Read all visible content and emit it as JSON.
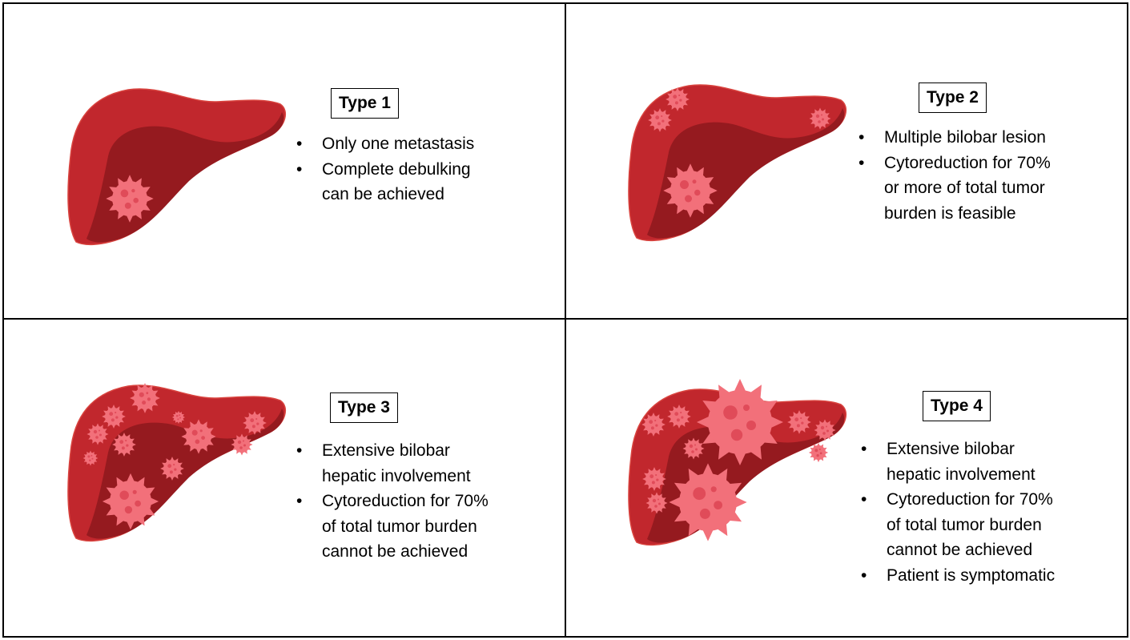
{
  "colors": {
    "liver_outer": "#c1272d",
    "liver_inner": "#951a1f",
    "tumor": "#f2707a",
    "tumor_spot": "#e04b59"
  },
  "panels": [
    {
      "label": "Type 1",
      "bullets": [
        [
          "Only one metastasis"
        ],
        [
          "Complete debulking",
          "can be achieved"
        ]
      ]
    },
    {
      "label": "Type 2",
      "bullets": [
        [
          "Multiple bilobar lesion"
        ],
        [
          "Cytoreduction for 70%",
          "or more of total tumor",
          "burden is feasible"
        ]
      ]
    },
    {
      "label": "Type 3",
      "bullets": [
        [
          "Extensive bilobar",
          "hepatic involvement"
        ],
        [
          "Cytoreduction for 70%",
          "of total tumor burden",
          "cannot be achieved"
        ]
      ]
    },
    {
      "label": "Type 4",
      "bullets": [
        [
          "Extensive bilobar",
          "hepatic involvement"
        ],
        [
          "Cytoreduction for 70%",
          "of total tumor burden",
          "cannot be achieved"
        ],
        [
          "Patient is symptomatic"
        ]
      ]
    }
  ],
  "bullet_glyph": "•"
}
